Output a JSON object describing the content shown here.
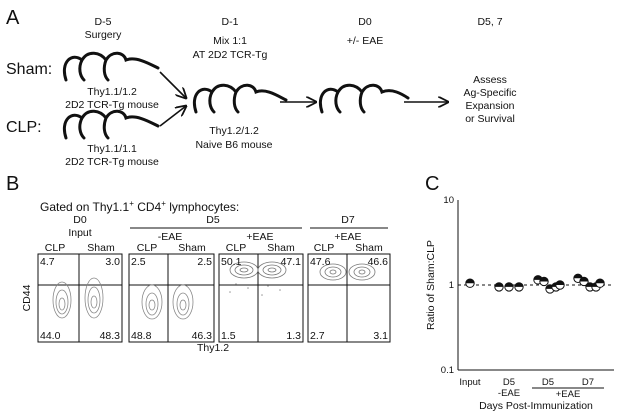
{
  "panel_a": {
    "letter": "A",
    "timeline": {
      "d_minus5": "D-5",
      "surgery": "Surgery",
      "d_minus1": "D-1",
      "mix": "Mix 1:1",
      "transfer": "AT 2D2 TCR-Tg",
      "d0": "D0",
      "eae": "+/- EAE",
      "d57": "D5, 7"
    },
    "sham_label": "Sham:",
    "clp_label": "CLP:",
    "sham_mouse_line1": "Thy1.1/1.2",
    "sham_mouse_line2": "2D2 TCR-Tg mouse",
    "clp_mouse_line1": "Thy1.1/1.1",
    "clp_mouse_line2": "2D2 TCR-Tg mouse",
    "recipient_line1": "Thy1.2/1.2",
    "recipient_line2": "Naive B6 mouse",
    "assess_lines": [
      "Assess",
      "Ag-Specific",
      "Expansion",
      "or Survival"
    ]
  },
  "panel_b": {
    "letter": "B",
    "gated_prefix": "Gated on Thy1.1",
    "gated_sup": "+",
    "gated_mid": " CD4",
    "gated_sup2": "+",
    "gated_suffix": " lymphocytes:",
    "group_d0": "D0",
    "group_d0_sub": "Input",
    "group_d5": "D5",
    "group_d5_sub1": "-EAE",
    "group_d5_sub2": "+EAE",
    "group_d7": "D7",
    "group_d7_sub": "+EAE",
    "clp": "CLP",
    "sham": "Sham",
    "y_axis": "CD44",
    "x_axis": "Thy1.2",
    "plots": [
      {
        "tl": "4.7",
        "tr": "3.0",
        "bl": "44.0",
        "br": "48.3"
      },
      {
        "tl": "2.5",
        "tr": "2.5",
        "bl": "48.8",
        "br": "46.3"
      },
      {
        "tl": "50.1",
        "tr": "47.1",
        "bl": "1.5",
        "br": "1.3"
      },
      {
        "tl": "47.6",
        "tr": "46.6",
        "bl": "2.7",
        "br": "3.1"
      }
    ]
  },
  "panel_c": {
    "letter": "C",
    "chart_data": {
      "type": "scatter",
      "ylabel": "Ratio of Sham:CLP",
      "xlabel": "Days Post-Immunization",
      "y_scale": "log",
      "ylim": [
        0.1,
        10
      ],
      "y_ticks": [
        "10",
        "1",
        "0.1"
      ],
      "categories": [
        "Input",
        "D5",
        "D5",
        "D7"
      ],
      "category_sub": [
        "",
        "-EAE",
        "+EAE",
        ""
      ],
      "shared_sub": "+EAE",
      "reference_line": 1,
      "groups": [
        {
          "category": "Input",
          "values": [
            1.05
          ]
        },
        {
          "category": "D5 -EAE",
          "values": [
            0.95,
            0.95,
            0.95
          ]
        },
        {
          "category": "D5 +EAE",
          "values": [
            1.15,
            1.1,
            0.9,
            0.95,
            1.0
          ]
        },
        {
          "category": "D7 +EAE",
          "values": [
            1.2,
            1.1,
            0.95,
            0.95,
            1.05
          ]
        }
      ]
    }
  }
}
